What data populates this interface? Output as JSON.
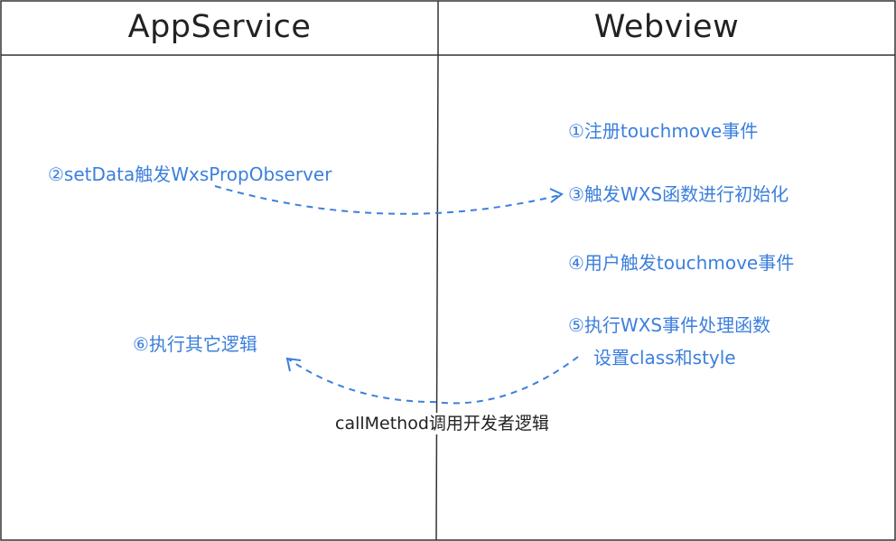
{
  "columns": {
    "left_title": "AppService",
    "right_title": "Webview"
  },
  "steps": {
    "step1": "①注册touchmove事件",
    "step2": "②setData触发WxsPropObserver",
    "step3": "③触发WXS函数进行初始化",
    "step4": "④用户触发touchmove事件",
    "step5_line1": "⑤执行WXS事件处理函数",
    "step5_line2": "设置class和style",
    "step6": "⑥执行其它逻辑"
  },
  "call_label": "callMethod调用开发者逻辑",
  "colors": {
    "accent": "#3c7fdc",
    "line": "#333333",
    "text": "#222222"
  }
}
